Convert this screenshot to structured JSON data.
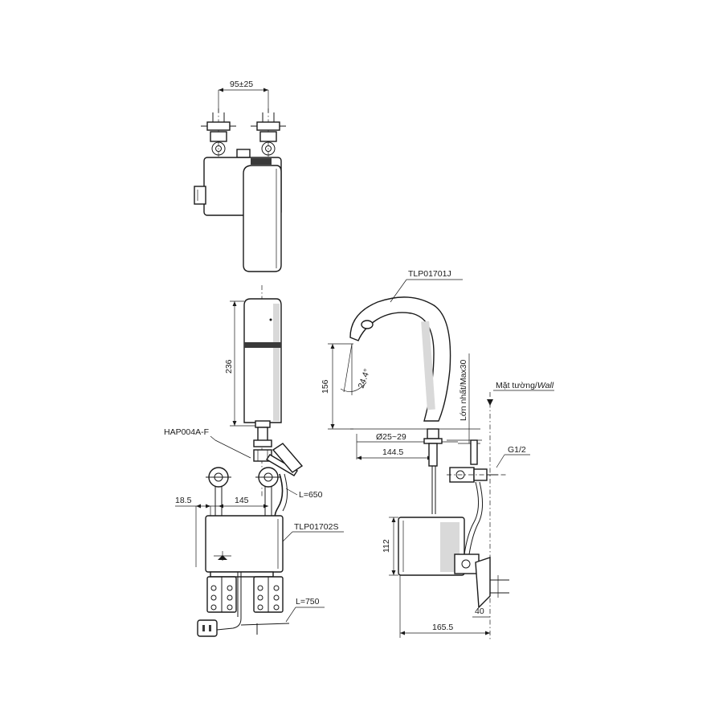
{
  "labels": {
    "dim_top_width": "95±25",
    "dim_height_236": "236",
    "part_sensor": "HAP004A-F",
    "dim_left_18_5": "18.5",
    "dim_145": "145",
    "hose_650": "L=650",
    "part_control_box": "TLP01702S",
    "cable_750": "L=750",
    "part_faucet": "TLP01701J",
    "dim_156": "156",
    "angle_24_4": "24.4°",
    "dim_max30": "Lớn nhất/Max30",
    "wall_label": "Mặt tường/",
    "wall_label_en": "Wall",
    "dim_dia": "Ø25~29",
    "dim_144_5": "144.5",
    "thread_g12": "G1/2",
    "dim_112": "112",
    "dim_40": "40",
    "dim_165_5": "165.5"
  }
}
